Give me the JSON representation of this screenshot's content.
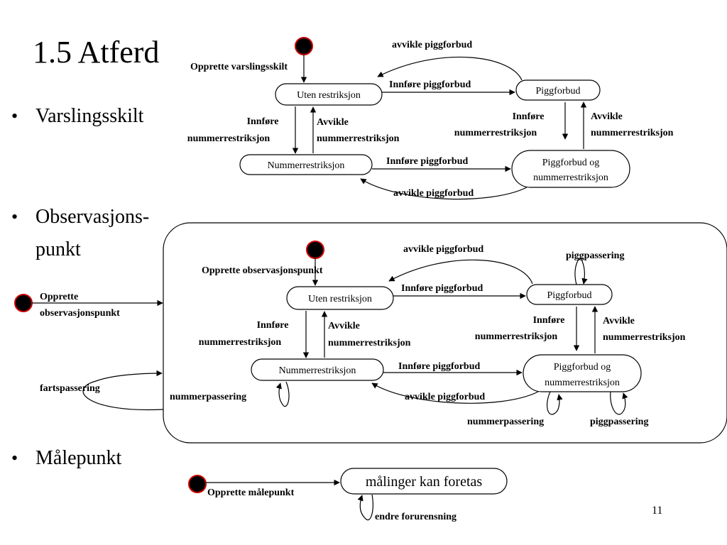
{
  "slide": {
    "title": "1.5 Atferd",
    "page_number": "11",
    "bullets": [
      "Varslingsskilt",
      "Observasjons-",
      "punkt",
      "Målepunkt"
    ]
  },
  "varslingsskilt": {
    "initial_label": "Opprette varslingsskilt",
    "states": {
      "uten": "Uten restriksjon",
      "piggforbud": "Piggforbud",
      "nummer": "Nummerrestriksjon",
      "begge_line1": "Piggforbud og",
      "begge_line2": "nummerrestriksjon"
    },
    "transitions": {
      "avvikle_top": "avvikle piggforbud",
      "innfore_pigg_top": "Innføre piggforbud",
      "innfore_num_left_1": "Innføre",
      "innfore_num_left_2": "nummerrestriksjon",
      "avvikle_num_left_1": "Avvikle",
      "avvikle_num_left_2": "nummerrestriksjon",
      "innfore_num_right_1": "Innføre",
      "innfore_num_right_2": "nummerrestriksjon",
      "avvikle_num_right_1": "Avvikle",
      "avvikle_num_right_2": "nummerrestriksjon",
      "innfore_pigg_bottom": "Innføre piggforbud",
      "avvikle_bottom": "avvikle piggforbud"
    }
  },
  "observasjonspunkt": {
    "outer_initial_label_1": "Opprette",
    "outer_initial_label_2": "observasjonspunkt",
    "self_loop_outer": "fartspassering",
    "inner_initial_label": "Opprette observasjonspunkt",
    "states": {
      "uten": "Uten restriksjon",
      "piggforbud": "Piggforbud",
      "nummer": "Nummerrestriksjon",
      "begge_line1": "Piggforbud og",
      "begge_line2": "nummerrestriksjon"
    },
    "transitions": {
      "avvikle_top": "avvikle piggforbud",
      "innfore_pigg_top": "Innføre piggforbud",
      "pigg_self": "piggpassering",
      "innfore_num_left_1": "Innføre",
      "innfore_num_left_2": "nummerrestriksjon",
      "avvikle_num_left_1": "Avvikle",
      "avvikle_num_left_2": "nummerrestriksjon",
      "innfore_num_right_1": "Innføre",
      "innfore_num_right_2": "nummerrestriksjon",
      "avvikle_num_right_1": "Avvikle",
      "avvikle_num_right_2": "nummerrestriksjon",
      "innfore_pigg_bottom": "Innføre piggforbud",
      "avvikle_bottom": "avvikle piggforbud",
      "nummer_self": "nummerpassering",
      "begge_self_num": "nummerpassering",
      "begge_self_pigg": "piggpassering"
    }
  },
  "malepunkt": {
    "initial_label": "Opprette målepunkt",
    "state": "målinger kan foretas",
    "self_loop": "endre forurensning"
  },
  "colors": {
    "initial_fill": "#000000",
    "initial_stroke": "#cc0000",
    "line": "#000000",
    "text": "#000000"
  }
}
